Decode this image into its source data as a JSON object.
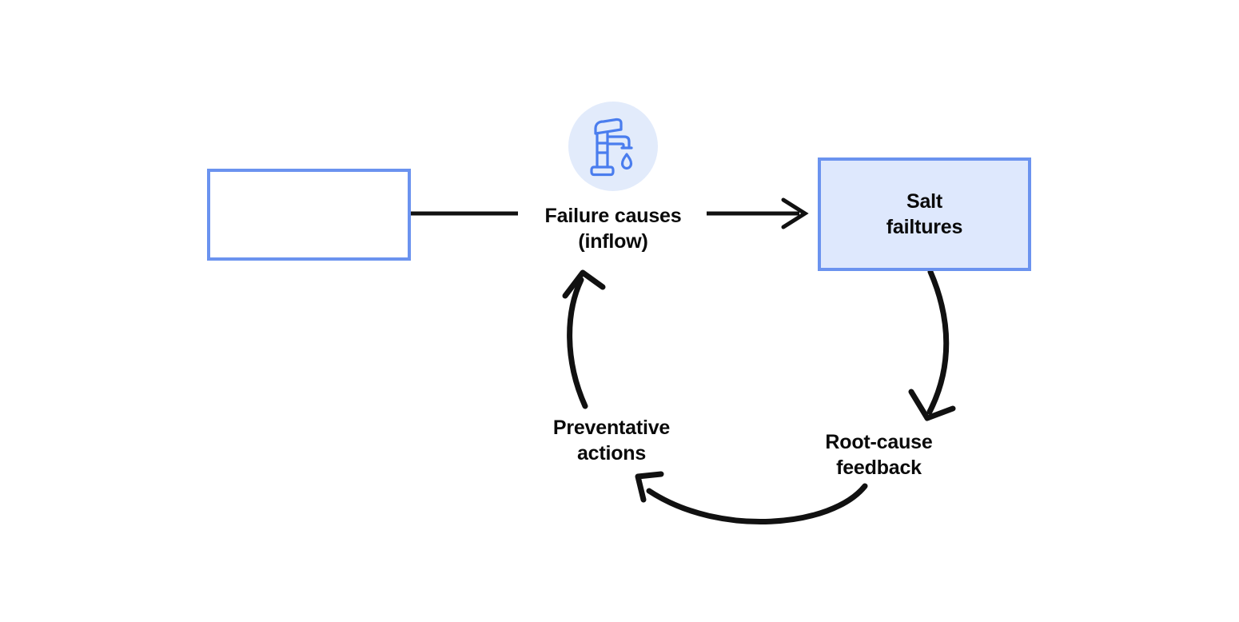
{
  "diagram": {
    "type": "flow-loop",
    "background_color": "#ffffff",
    "accent_color": "#6b93ef",
    "fill_color": "#dee8fd",
    "icon_circle_color": "#e2ebfb",
    "stroke_color": "#111111",
    "nodes": [
      {
        "id": "source",
        "label": "",
        "fill": "#ffffff",
        "border": "#6b93ef"
      },
      {
        "id": "salt-failures",
        "label_line1": "Salt",
        "label_line2": "failtures",
        "fill": "#dee8fd",
        "border": "#6b93ef"
      }
    ],
    "edges": [
      {
        "id": "inflow",
        "label_line1": "Failure causes",
        "label_line2": "(inflow)",
        "from": "source",
        "to": "salt-failures",
        "style": "straight-arrow"
      },
      {
        "id": "root-cause",
        "label_line1": "Root-cause",
        "label_line2": "feedback",
        "from": "salt-failures",
        "to": "bottom-curve",
        "style": "curved-arrow"
      },
      {
        "id": "preventative",
        "label_line1": "Preventative",
        "label_line2": "actions",
        "from": "bottom-curve",
        "to": "inflow",
        "style": "curved-arrow"
      }
    ],
    "icons": [
      {
        "id": "faucet",
        "name": "faucet-icon",
        "color": "#4a7dee",
        "circle_background": "#e2ebfb"
      }
    ]
  }
}
